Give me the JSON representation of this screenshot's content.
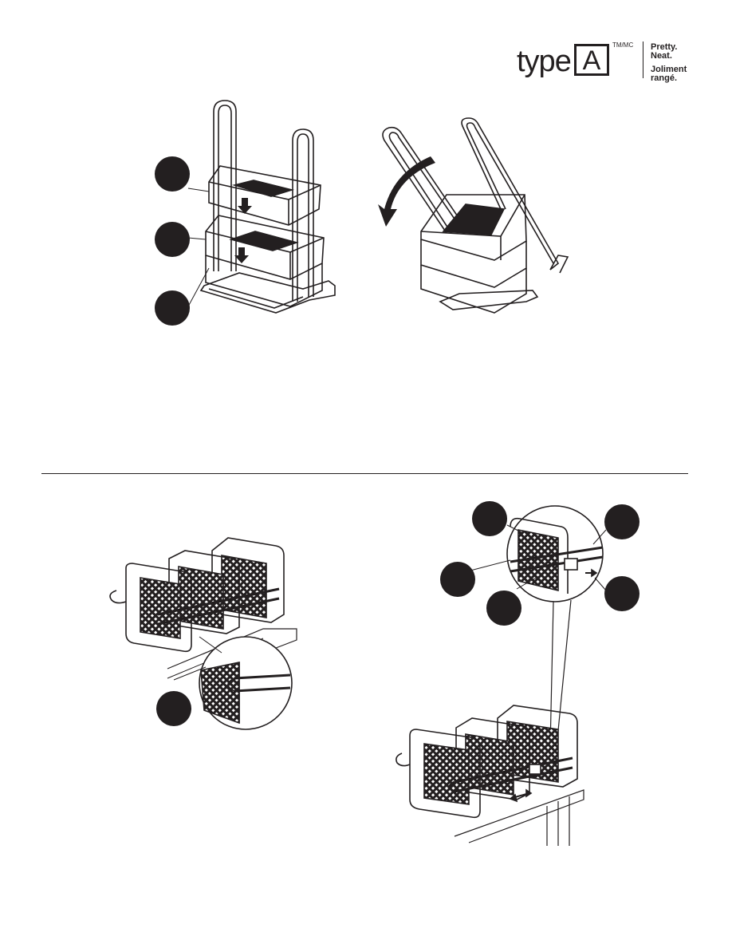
{
  "brand": {
    "wordmark": "type",
    "letter": "A",
    "trademark": "TM/MC",
    "tagline_en": [
      "Pretty.",
      "Neat."
    ],
    "tagline_fr": [
      "Joliment",
      "rangé."
    ]
  },
  "colors": {
    "ink": "#231f20",
    "callout": "#231f20",
    "paper": "#ffffff"
  },
  "icons": [
    "rotate-arrow-icon",
    "down-arrow-icon",
    "slide-arrow-icon",
    "push-arrow-icon"
  ]
}
